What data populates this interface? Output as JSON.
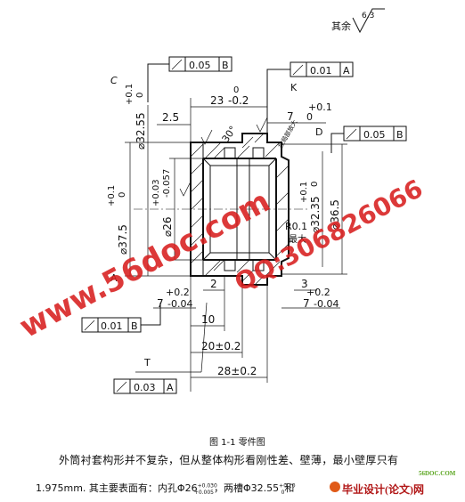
{
  "drawing": {
    "surface_note": "其余",
    "roughness_general": "6.3",
    "tolerance_frames": [
      {
        "symbol": "runout",
        "value": "0.05",
        "datum": "B"
      },
      {
        "symbol": "runout",
        "value": "0.01",
        "datum": "A"
      },
      {
        "symbol": "runout",
        "value": "0.05",
        "datum": "B"
      },
      {
        "symbol": "runout",
        "value": "0.01",
        "datum": "B"
      },
      {
        "symbol": "runout",
        "value": "0.03",
        "datum": "A"
      }
    ],
    "labels": {
      "C": "C",
      "K": "K",
      "D": "D",
      "A": "A",
      "T": "T",
      "R": "R0.1",
      "zuida": "最大",
      "angle": "30°",
      "dim_2_5": "2.5",
      "dim_23": "23",
      "dim_23_tol": "-0.2",
      "dim_23_tol_up": "0",
      "dim_7": "7",
      "dim_7_tol_up": "+0.1",
      "dim_7_tol_dn": "0",
      "phi_32_55": "⌀32.55",
      "phi_32_55_tol_up": "+0.1",
      "phi_32_55_tol_dn": "0",
      "phi_37_5": "⌀37.5",
      "phi_37_5_tol_up": "+0.1",
      "phi_37_5_tol_dn": "0",
      "phi_26": "⌀26",
      "phi_26_tol_up": "+0.03",
      "phi_26_tol_dn": "-0.057",
      "phi_32_35": "⌀32.35",
      "phi_32_35_tol_up": "+0.1",
      "phi_32_35_tol_dn": "0",
      "phi_36_5": "⌀36.5",
      "dim_7_left": "7",
      "dim_7_left_tol_up": "+0.2",
      "dim_7_left_tol_dn": "-0.04",
      "dim_7_right": "7",
      "dim_7_right_tol_up": "+0.2",
      "dim_7_right_tol_dn": "-0.04",
      "dim_2": "2",
      "dim_3": "3",
      "dim_10": "10",
      "dim_20": "20±0.2",
      "dim_28": "28±0.2",
      "detail_text": "按局部放大"
    }
  },
  "watermark": {
    "url": "www.56doc.com",
    "qq": "QQ:306826066"
  },
  "caption": {
    "figure": "图 1-1    零件图",
    "line1": "外筒衬套构形并不复杂，但从整体构形看刚性差、壁薄，最小壁厚只有",
    "line2_prefix": "1.975mm. 其主要表面有：内孔Φ26",
    "line2_sup1": "+0.030",
    "line2_sub1": "+0.005",
    "line2_mid": "，两槽Φ32.55",
    "line2_sup2": "+0.10",
    "line2_sub2": "0",
    "line2_suffix": "和"
  },
  "site": {
    "small": "56DOC.COM",
    "big": "毕业设计(论文)网"
  }
}
